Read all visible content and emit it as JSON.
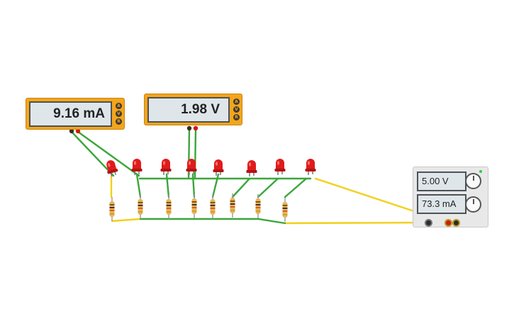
{
  "ammeter": {
    "reading": "9.16 mA",
    "modes": [
      "A",
      "V",
      "R"
    ]
  },
  "voltmeter": {
    "reading": "1.98 V",
    "modes": [
      "A",
      "V",
      "R"
    ]
  },
  "power_supply": {
    "voltage": "5.00 V",
    "current": "73.3 mA"
  },
  "components": {
    "led_count": 8,
    "resistor_count": 8
  },
  "colors": {
    "meter_body": "#f3a51b",
    "led": "#e01b1b",
    "wire_green": "#3aa63a",
    "wire_yellow": "#f2d01a",
    "probe_black": "#3a2a20",
    "probe_red": "#d01818",
    "resistor_body": "#e8b45a"
  }
}
